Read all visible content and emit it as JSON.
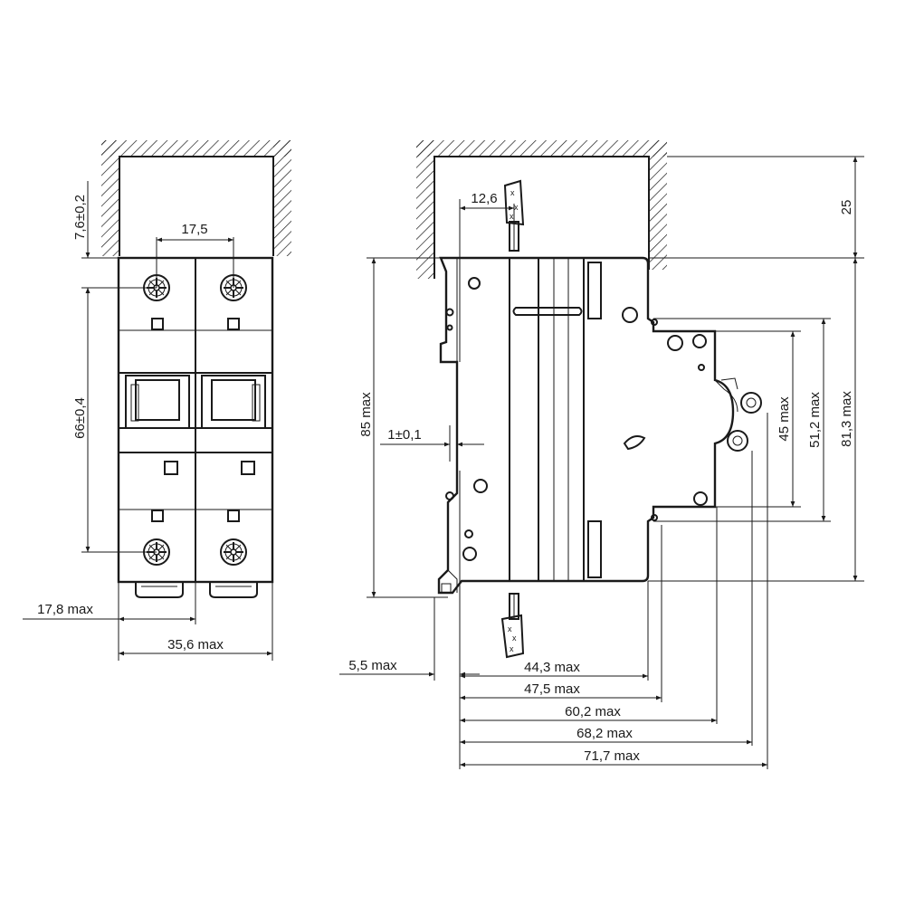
{
  "front_view": {
    "dim_height_offset": "7,6±0,2",
    "dim_pitch": "17,5",
    "dim_terminal_spacing": "66±0,4",
    "dim_pole_width": "17,8 max",
    "dim_total_width": "35,6 max"
  },
  "side_view": {
    "dim_wire_offset": "12,6",
    "dim_clearance": "25",
    "dim_height": "85 max",
    "dim_rail_gap": "1±0,1",
    "dim_face_45": "45 max",
    "dim_face_51": "51,2 max",
    "dim_total_height": "81,3 max",
    "dim_rail_offset": "5,5 max",
    "depths": [
      "44,3 max",
      "47,5 max",
      "60,2 max",
      "68,2 max",
      "71,7 max"
    ]
  }
}
